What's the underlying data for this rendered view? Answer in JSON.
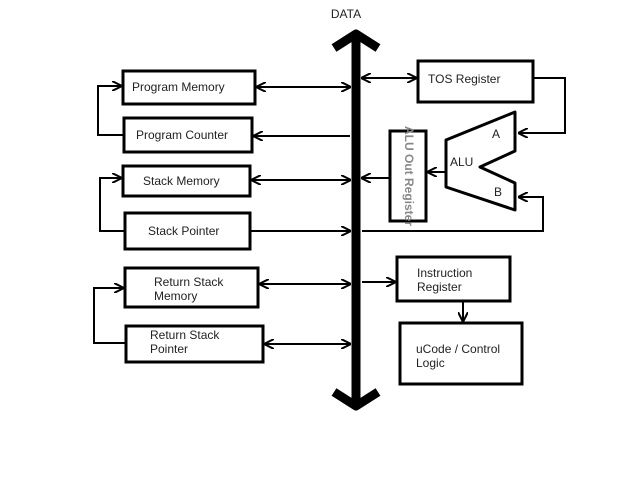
{
  "bus": {
    "label": "DATA"
  },
  "blocks": {
    "program_memory": "Program Memory",
    "program_counter": "Program Counter",
    "stack_memory": "Stack Memory",
    "stack_pointer": "Stack Pointer",
    "return_stack_memory": [
      "Return Stack",
      "Memory"
    ],
    "return_stack_pointer": [
      "Return Stack",
      "Pointer"
    ],
    "tos_register": "TOS Register",
    "alu_out_register": "ALU Out Register",
    "alu": "ALU",
    "alu_input_a": "A",
    "alu_input_b": "B",
    "instruction_register": [
      "Instruction",
      "Register"
    ],
    "ucode_control_logic": [
      "uCode / Control",
      "Logic"
    ]
  },
  "colors": {
    "line": "#000000",
    "text": "#222222",
    "background": "#ffffff"
  }
}
